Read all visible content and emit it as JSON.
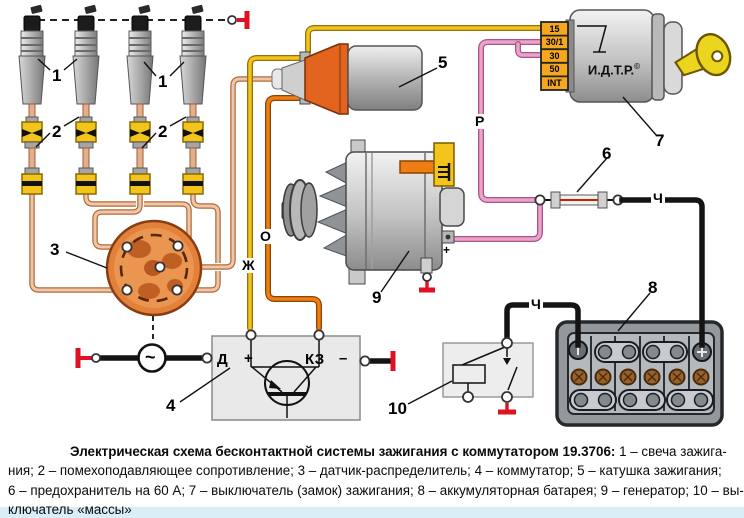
{
  "diagram": {
    "caption": {
      "bold": "Электрическая схема бесконтактной системы зажигания с коммутатором 19.3706:",
      "line1_rest": " 1 – свеча зажига-",
      "line2": "ния; 2 – помехоподавляющее сопротивление; 3 – датчик-распределитель; 4 – коммутатор; 5 – катушка зажигания;",
      "line3": "6 – предохранитель на 60 А; 7 – выключатель (замок) зажигания; 8 – аккумуляторная батарея; 9 – генератор; 10 – вы-",
      "line4": "ключатель «массы»"
    },
    "callouts": {
      "c1a": "1",
      "c1b": "1",
      "c2a": "2",
      "c2b": "2",
      "c3": "3",
      "c4": "4",
      "c5": "5",
      "c6": "6",
      "c7": "7",
      "c8": "8",
      "c9": "9",
      "c10": "10"
    },
    "wire_labels": {
      "zh": "Ж",
      "o": "О",
      "r": "Р",
      "ch1": "Ч",
      "ch2": "Ч"
    },
    "commutator": {
      "d": "Д",
      "plus": "+",
      "kz": "КЗ",
      "minus": "–"
    },
    "ignition_switch": {
      "brand": "И.Д.Т.Р.",
      "copyright": "©",
      "terminals": [
        "15",
        "30/1",
        "30",
        "50",
        "INT"
      ]
    },
    "alternator": {
      "plus": "+"
    },
    "ac_symbol": "~",
    "colors": {
      "hv_wire": "#f0c6a8",
      "yellow_wire": "#f1c41f",
      "orange_wire": "#ee7d12",
      "pink_wire": "#eba2cb",
      "black_wire": "#141414",
      "ground_red": "#e01122",
      "distributor": "#e2813a",
      "resistor_yellow": "#f2c41c",
      "key_yellow": "#ecd51f"
    }
  }
}
